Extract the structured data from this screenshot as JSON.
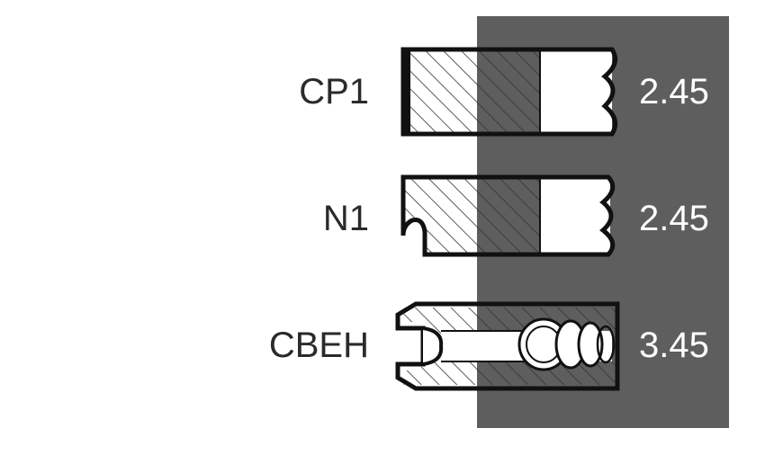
{
  "colors": {
    "panel": "#5e5e5e",
    "outline": "#111111",
    "hatch": "#333333",
    "ring_fill": "#ffffff",
    "label_text": "#2a2a2a",
    "value_text": "#ffffff"
  },
  "rings": [
    {
      "label": "CP1",
      "value": "2.45",
      "profile": "rectangular-face"
    },
    {
      "label": "N1",
      "value": "2.45",
      "profile": "napier-hook"
    },
    {
      "label": "CBEH",
      "value": "3.45",
      "profile": "oil-control-with-expander-spring"
    }
  ]
}
